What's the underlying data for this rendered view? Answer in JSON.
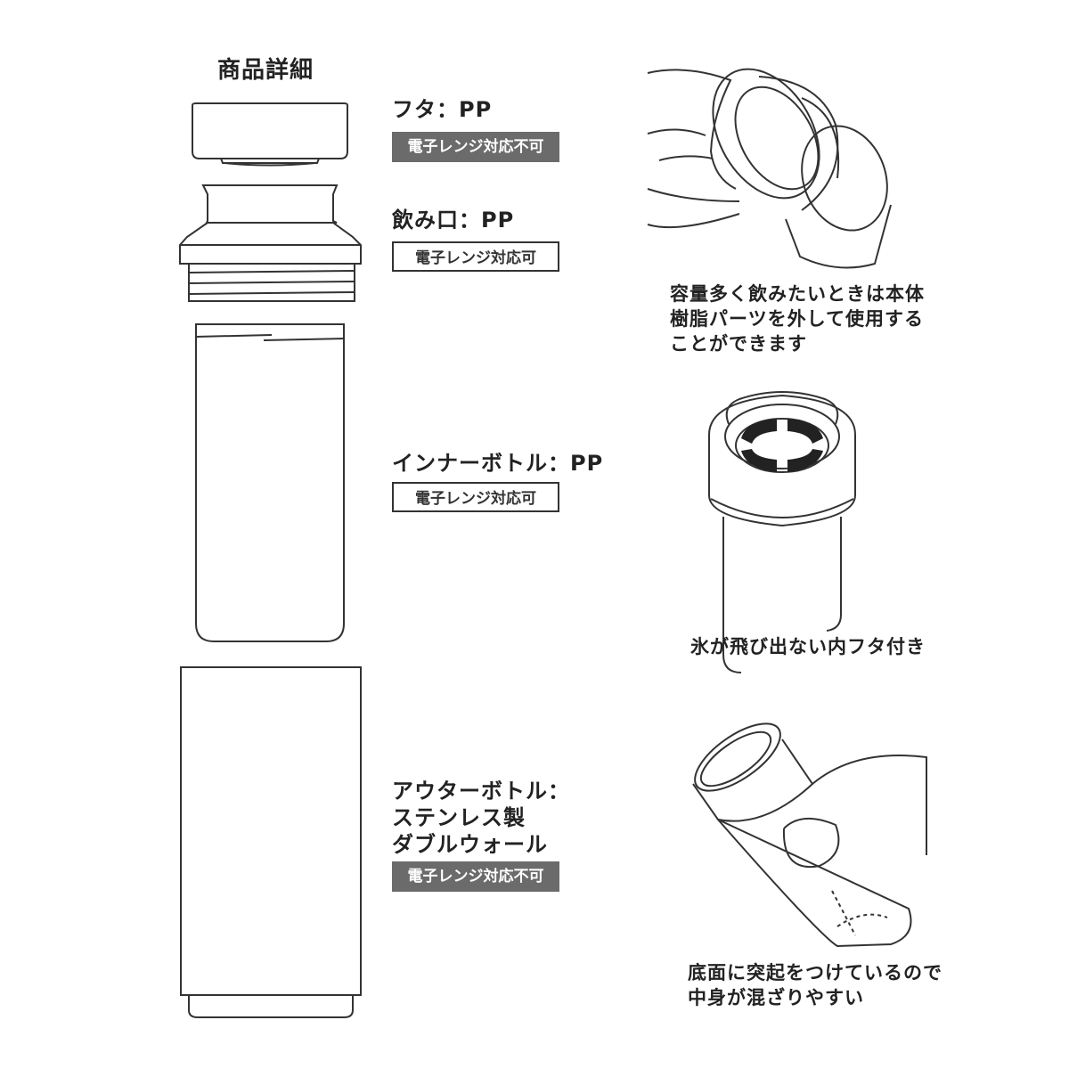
{
  "title": "商品詳細",
  "parts": [
    {
      "label": "フタ：PP",
      "badge": "電子レンジ対応不可"
    },
    {
      "label": "飲み口：PP",
      "badge": "電子レンジ対応可"
    },
    {
      "label": "インナーボトル：PP",
      "badge": "電子レンジ対応可"
    },
    {
      "label_lines": [
        "アウターボトル：",
        "ステンレス製",
        "ダブルウォール"
      ],
      "badge": "電子レンジ対応不可"
    }
  ],
  "features": [
    {
      "lines": [
        "容量多く飲みたいときは本体",
        "樹脂パーツを外して使用する",
        "ことができます"
      ]
    },
    {
      "lines": [
        "氷が飛び出ない内フタ付き"
      ]
    },
    {
      "lines": [
        "底面に突起をつけているので",
        "中身が混ざりやすい"
      ]
    }
  ],
  "colors": {
    "badge_dark": "#6b6b6b",
    "line": "#333333"
  }
}
